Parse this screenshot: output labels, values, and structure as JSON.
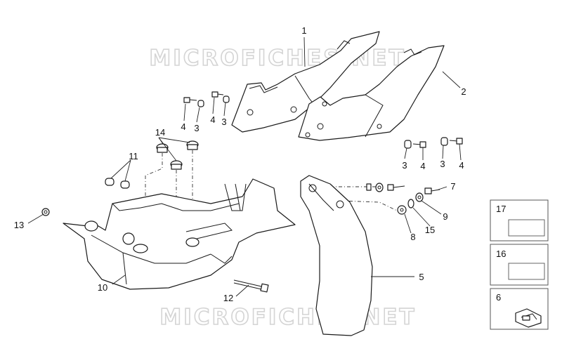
{
  "watermark": {
    "top": "MICROFICHES.NET",
    "bottom": "MICROFICHES.NET"
  },
  "callouts": {
    "c1": "1",
    "c2": "2",
    "c4a": "4",
    "c3a": "3",
    "c4b": "4",
    "c3b": "3",
    "c3c": "3",
    "c4c": "4",
    "c3d": "3",
    "c4d": "4",
    "c14": "14",
    "c11": "11",
    "c13": "13",
    "c10": "10",
    "c12": "12",
    "c5": "5",
    "c7": "7",
    "c9": "9",
    "c15": "15",
    "c8": "8"
  },
  "legend": [
    {
      "id": "17",
      "label": "17"
    },
    {
      "id": "16",
      "label": "16"
    },
    {
      "id": "6",
      "label": "6"
    }
  ],
  "colors": {
    "line": "#1a1a1a",
    "watermark": "#d4d4d4",
    "box_border": "#555555"
  }
}
